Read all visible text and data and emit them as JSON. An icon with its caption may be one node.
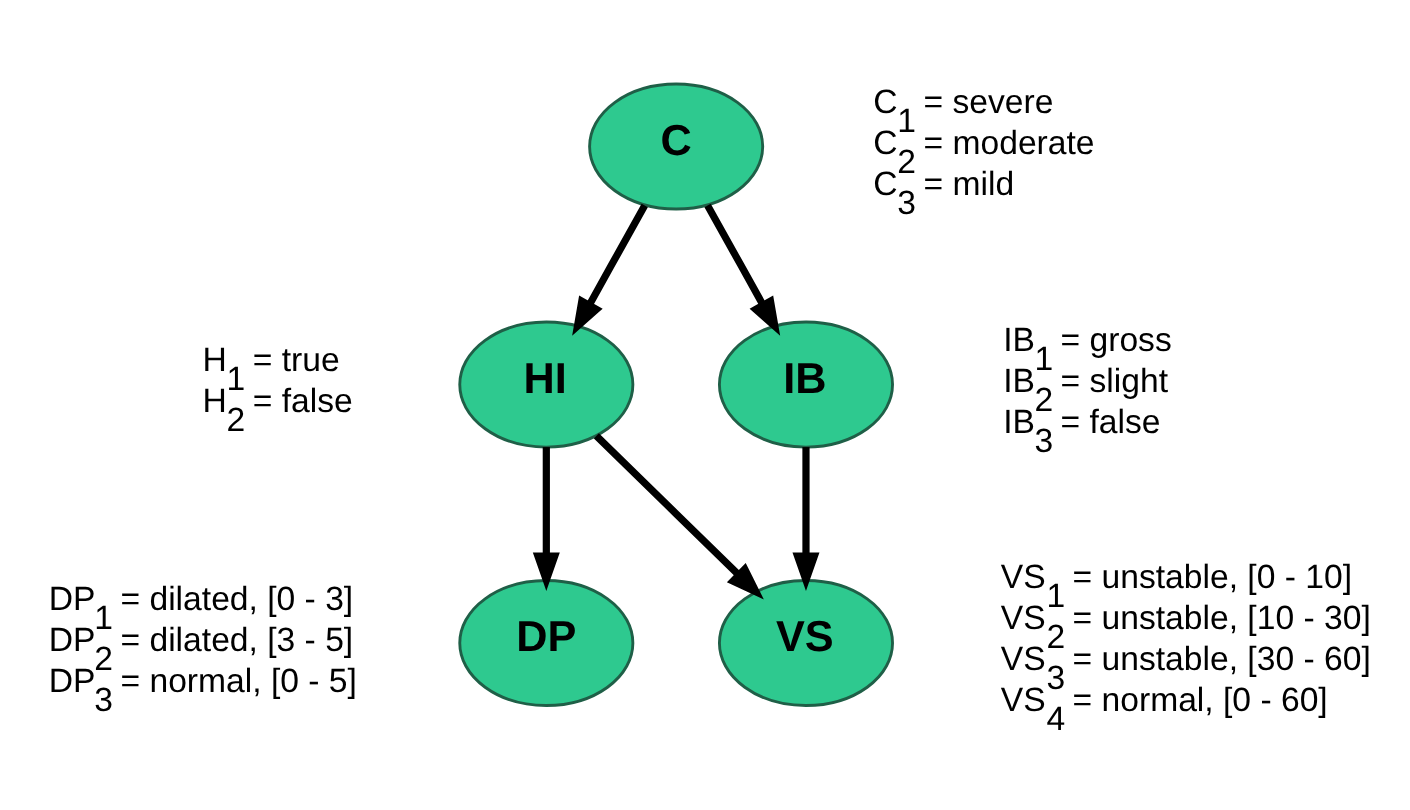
{
  "diagram": {
    "nodes": [
      {
        "text": [
          "C"
        ],
        "beside": [
          "C$_{1}$ = severe",
          "C$_{2}$ = moderate",
          "C$_{3}$ = mild"
        ]
      },
      {
        "text": [
          "HI"
        ],
        "beside": [
          "H$_{1}$ = true",
          "H$_{2}$ = false"
        ]
      },
      {
        "text": [
          "IB"
        ],
        "beside": [
          "IB$_{1}$ = gross",
          "IB$_{2}$ = slight",
          "IB$_{3}$ = false"
        ]
      },
      {
        "text": [
          "DP"
        ],
        "beside": [
          "DP$_{1}$ = dilated, [0 - 3]",
          "DP$_{2}$ = dilated, [3 - 5]",
          "DP$_{3}$ = normal, [0 - 5]"
        ]
      },
      {
        "text": [
          "VS"
        ],
        "beside": [
          "VS$_{1}$ = unstable, [0 - 10]",
          "VS$_{2}$ = unstable, [10 - 30]",
          "VS$_{3}$ = unstable, [30 - 60]",
          "VS$_{4}$ = normal, [0 - 60]"
        ]
      }
    ],
    "edges": [
      {
        "from": 0,
        "to": 1,
        "arrow": "to"
      },
      {
        "from": 0,
        "to": 2,
        "arrow": "to"
      },
      {
        "from": 1,
        "to": 3,
        "arrow": "to"
      },
      {
        "from": 1,
        "to": 4,
        "arrow": "to"
      },
      {
        "from": 2,
        "to": 4,
        "arrow": "to"
      }
    ]
  }
}
